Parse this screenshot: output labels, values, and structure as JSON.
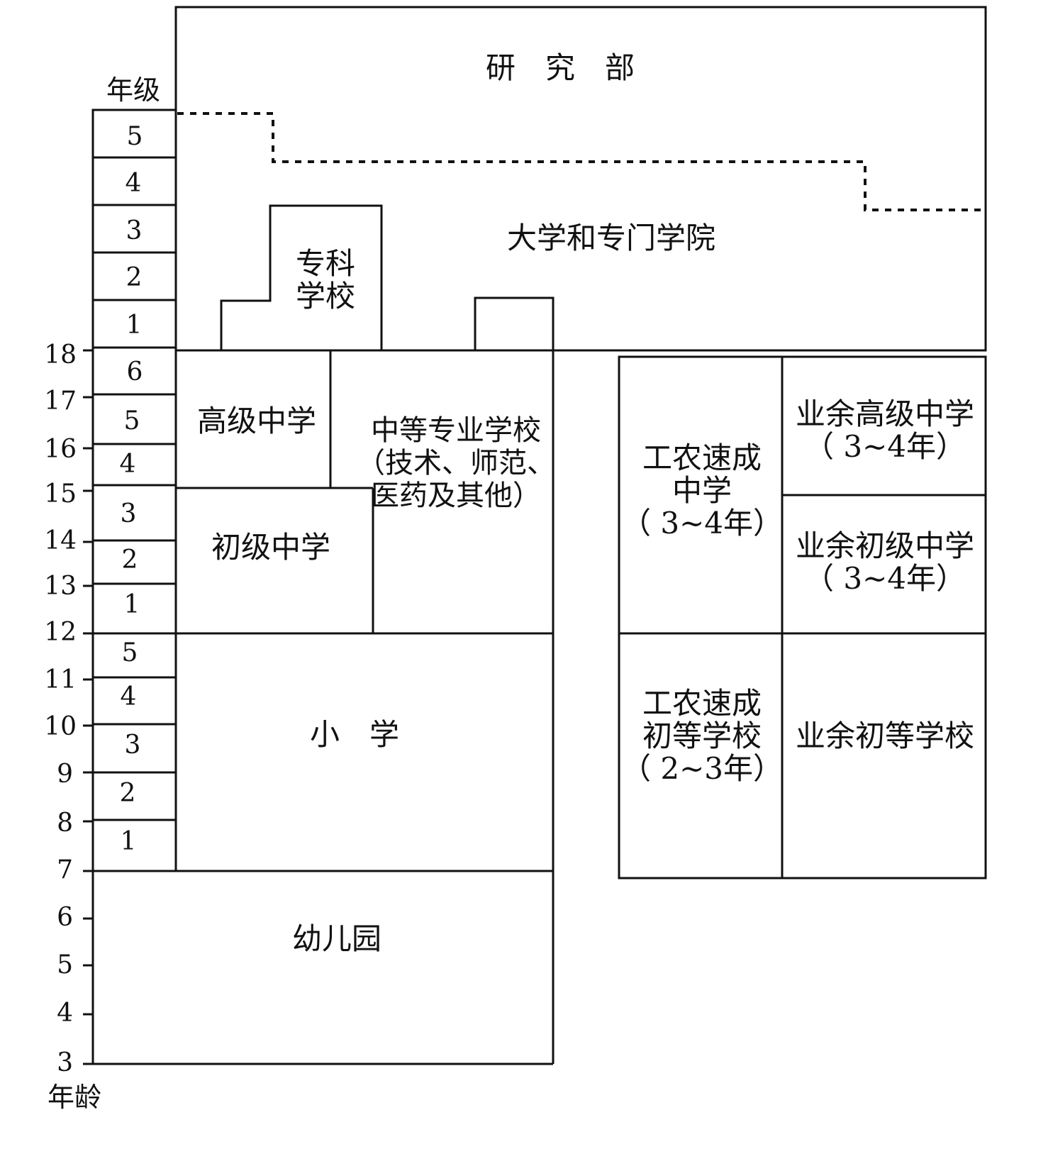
{
  "axis": {
    "grade_title": "年级",
    "age_title": "年龄",
    "ages": [
      "18",
      "17",
      "16",
      "15",
      "14",
      "13",
      "12",
      "11",
      "10",
      "9",
      "8",
      "7",
      "6",
      "5",
      "4",
      "3"
    ],
    "grades_higher": [
      "5",
      "4",
      "3",
      "2",
      "1"
    ],
    "grades_secondary": [
      "6",
      "5",
      "4",
      "3",
      "2",
      "1"
    ],
    "grades_primary": [
      "5",
      "4",
      "3",
      "2",
      "1"
    ]
  },
  "blocks": {
    "research": "研　究　部",
    "university": "大学和专门学院",
    "specialized_line1": "专科",
    "specialized_line2": "学校",
    "senior_middle": "高级中学",
    "junior_middle": "初级中学",
    "vocational_line1": "中等专业学校",
    "vocational_line2": "（技术、师范、",
    "vocational_line3": "医药及其他）",
    "primary": "小　学",
    "kindergarten": "幼儿园",
    "worker_middle_line1": "工农速成",
    "worker_middle_line2": "中学",
    "worker_middle_line3": "（ 3~4年）",
    "worker_primary_line1": "工农速成",
    "worker_primary_line2": "初等学校",
    "worker_primary_line3": "（ 2~3年）",
    "spare_senior_line1": "业余高级中学",
    "spare_senior_line2": "（ 3~4年）",
    "spare_junior_line1": "业余初级中学",
    "spare_junior_line2": "（ 3~4年）",
    "spare_primary": "业余初等学校"
  },
  "colors": {
    "line": "#111111",
    "background": "#ffffff"
  }
}
